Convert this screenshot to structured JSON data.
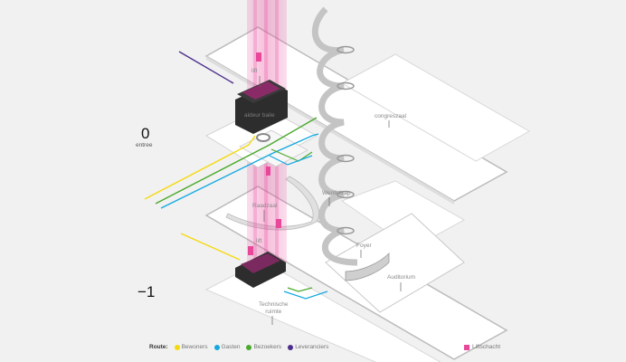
{
  "levels": [
    {
      "number": "0",
      "name": "entree"
    },
    {
      "number": "−1",
      "name": ""
    }
  ],
  "rooms": {
    "lift_top": "lift",
    "balie": "aideur balie",
    "congreszaal": "congreszaal",
    "raadzaal": "Raadzaal",
    "wenteltrap": "Wenteltrap",
    "lift_bottom": "lift",
    "foyer": "Foyer",
    "auditorium": "Auditorium",
    "technische_1": "Technische",
    "technische_2": "ruimte"
  },
  "legend": {
    "title": "Route:",
    "items": [
      {
        "label": "Bewoners",
        "color": "#f5d90f"
      },
      {
        "label": "Gasten",
        "color": "#14a9e0"
      },
      {
        "label": "Bezoekers",
        "color": "#4aaa2c"
      },
      {
        "label": "Leveranciers",
        "color": "#4b2e8c"
      }
    ],
    "liftschacht": {
      "label": "Liftschacht",
      "color": "#e8479a"
    }
  },
  "colors": {
    "background": "#f1f1f1",
    "shaft": "#e8479a",
    "box": "#2d2d2d"
  }
}
